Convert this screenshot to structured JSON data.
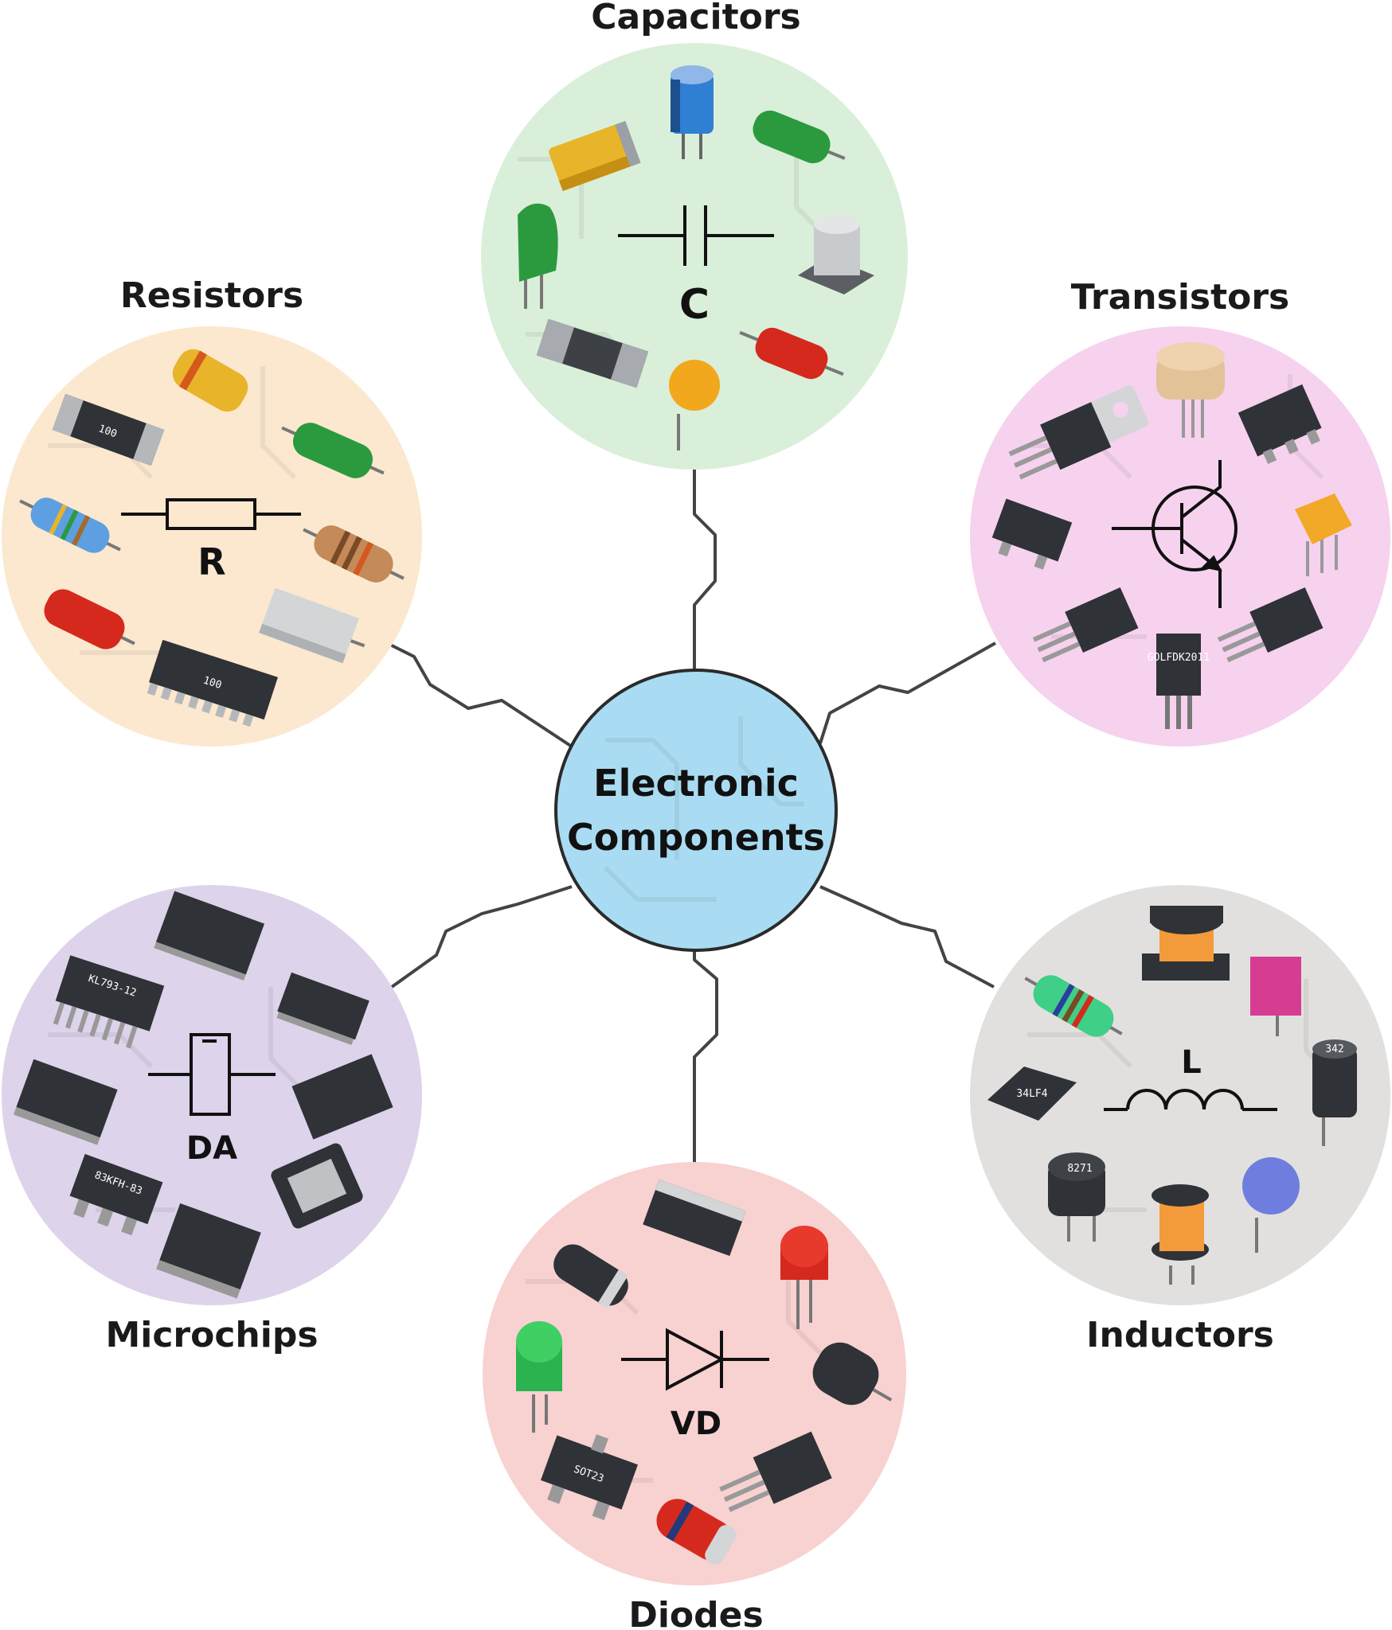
{
  "center": {
    "line1": "Electronic",
    "line2": "Components",
    "color": "#a9dcf2"
  },
  "categories": {
    "capacitors": {
      "title": "Capacitors",
      "symbol": "C",
      "color": "#d9efd9"
    },
    "resistors": {
      "title": "Resistors",
      "symbol": "R",
      "color": "#fbe8cf"
    },
    "transistors": {
      "title": "Transistors",
      "color": "#f6d2ee"
    },
    "microchips": {
      "title": "Microchips",
      "symbol": "DA",
      "color": "#ddd3ea"
    },
    "inductors": {
      "title": "Inductors",
      "symbol": "L",
      "color": "#e2e0de"
    },
    "diodes": {
      "title": "Diodes",
      "symbol": "VD",
      "color": "#f8d1d1"
    }
  },
  "part_markings": {
    "resistor_smd": "100",
    "resistor_array": "100",
    "chip_sot": "83KFH-83",
    "chip_dip": "KL793-12",
    "diode_sot": "SOT23",
    "transistor_to92": "GOLFDK2011",
    "inductor_smd": "34LF4",
    "inductor_small": "342",
    "inductor_radial": "8271"
  }
}
